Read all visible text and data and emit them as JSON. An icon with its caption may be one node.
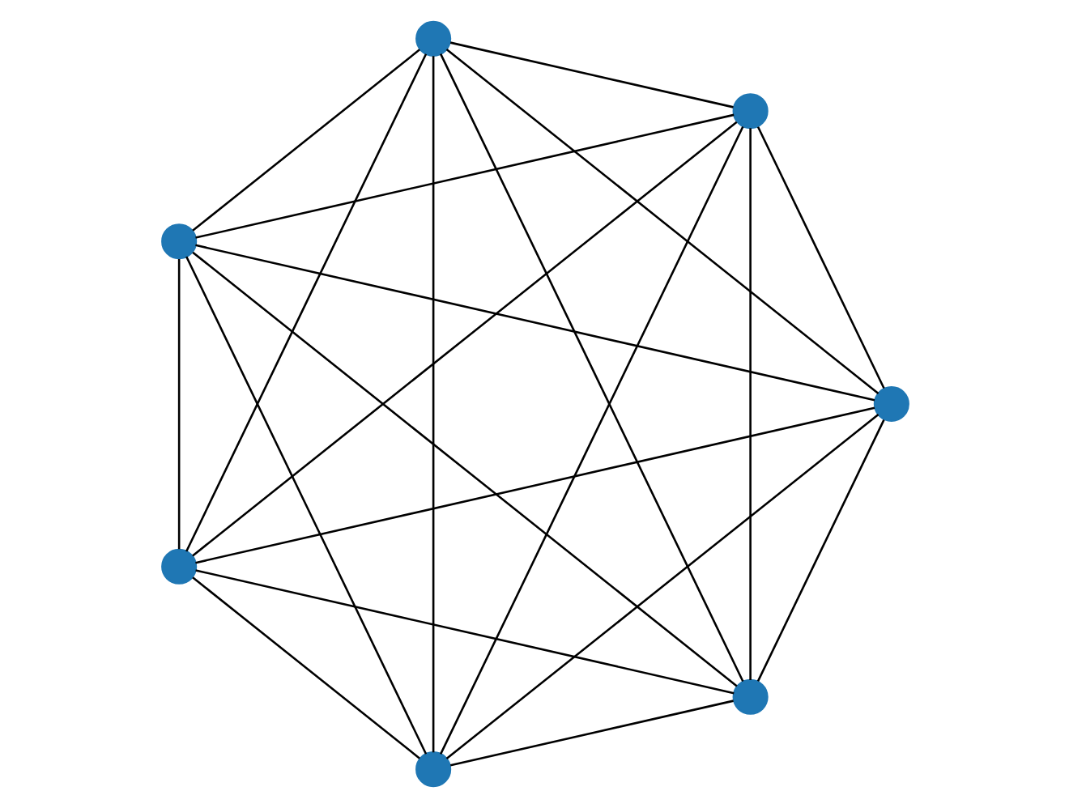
{
  "diagram": {
    "nodes": [
      {
        "text": [],
        "shape": "circle"
      },
      {
        "text": [],
        "shape": "circle"
      },
      {
        "text": [],
        "shape": "circle"
      },
      {
        "text": [],
        "shape": "circle"
      },
      {
        "text": [],
        "shape": "circle"
      },
      {
        "text": [],
        "shape": "circle"
      },
      {
        "text": [],
        "shape": "circle"
      }
    ],
    "edges": [
      {
        "from": 0,
        "to": 1,
        "arrow": "none"
      },
      {
        "from": 0,
        "to": 2,
        "arrow": "none"
      },
      {
        "from": 0,
        "to": 3,
        "arrow": "none"
      },
      {
        "from": 0,
        "to": 4,
        "arrow": "none"
      },
      {
        "from": 0,
        "to": 5,
        "arrow": "none"
      },
      {
        "from": 0,
        "to": 6,
        "arrow": "none"
      },
      {
        "from": 1,
        "to": 2,
        "arrow": "none"
      },
      {
        "from": 1,
        "to": 3,
        "arrow": "none"
      },
      {
        "from": 1,
        "to": 4,
        "arrow": "none"
      },
      {
        "from": 1,
        "to": 5,
        "arrow": "none"
      },
      {
        "from": 1,
        "to": 6,
        "arrow": "none"
      },
      {
        "from": 2,
        "to": 3,
        "arrow": "none"
      },
      {
        "from": 2,
        "to": 4,
        "arrow": "none"
      },
      {
        "from": 2,
        "to": 5,
        "arrow": "none"
      },
      {
        "from": 2,
        "to": 6,
        "arrow": "none"
      },
      {
        "from": 3,
        "to": 4,
        "arrow": "none"
      },
      {
        "from": 3,
        "to": 5,
        "arrow": "none"
      },
      {
        "from": 3,
        "to": 6,
        "arrow": "none"
      },
      {
        "from": 4,
        "to": 5,
        "arrow": "none"
      },
      {
        "from": 4,
        "to": 6,
        "arrow": "none"
      },
      {
        "from": 5,
        "to": 6,
        "arrow": "none"
      }
    ]
  }
}
